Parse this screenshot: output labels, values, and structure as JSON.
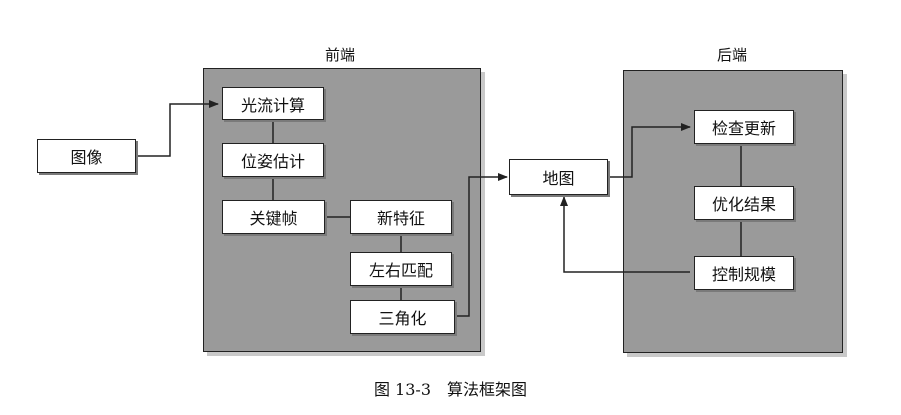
{
  "frontend": {
    "title": "前端",
    "nodes": {
      "optical_flow": "光流计算",
      "pose_estimation": "位姿估计",
      "keyframe": "关键帧",
      "new_features": "新特征",
      "stereo_matching": "左右匹配",
      "triangulation": "三角化"
    }
  },
  "backend": {
    "title": "后端",
    "nodes": {
      "check_update": "检查更新",
      "optimize_result": "优化结果",
      "control_scale": "控制规模"
    }
  },
  "external": {
    "image": "图像",
    "map": "地图"
  },
  "caption": "图 13-3　算法框架图",
  "colors": {
    "region_fill": "#9a9a9a",
    "node_fill": "#ffffff",
    "stroke": "#222222"
  }
}
